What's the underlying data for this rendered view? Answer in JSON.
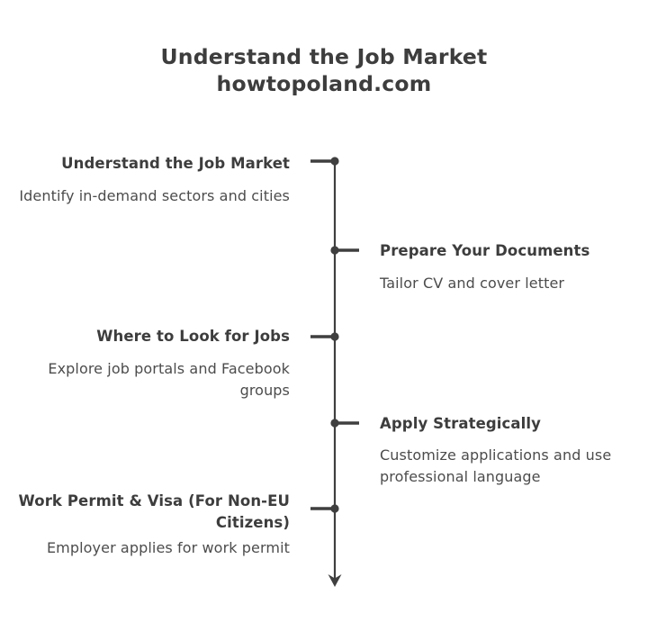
{
  "page": {
    "background_color": "#ffffff",
    "heading_color": "#3d3d3d",
    "body_color": "#4c4c4c",
    "line_color": "#3f3f3f"
  },
  "title": {
    "line1": "Understand the Job Market",
    "line2": "howtopoland.com"
  },
  "timeline": {
    "axis_icon": "downward-arrow-axis",
    "items": [
      {
        "index": 1,
        "side": "left",
        "heading": "Understand the Job Market",
        "description": "Identify in-demand sectors and cities",
        "marker_icon": "timeline-dot-icon"
      },
      {
        "index": 2,
        "side": "right",
        "heading": "Prepare Your Documents",
        "description": "Tailor CV and cover letter",
        "marker_icon": "timeline-dot-icon"
      },
      {
        "index": 3,
        "side": "left",
        "heading": "Where to Look for Jobs",
        "description": "Explore job portals and Facebook groups",
        "marker_icon": "timeline-dot-icon"
      },
      {
        "index": 4,
        "side": "right",
        "heading": "Apply Strategically",
        "description": "Customize applications and use professional language",
        "marker_icon": "timeline-dot-icon"
      },
      {
        "index": 5,
        "side": "left",
        "heading": "Work Permit & Visa (For Non-EU Citizens)",
        "description": "Employer applies for work permit",
        "marker_icon": "timeline-dot-icon"
      }
    ]
  }
}
